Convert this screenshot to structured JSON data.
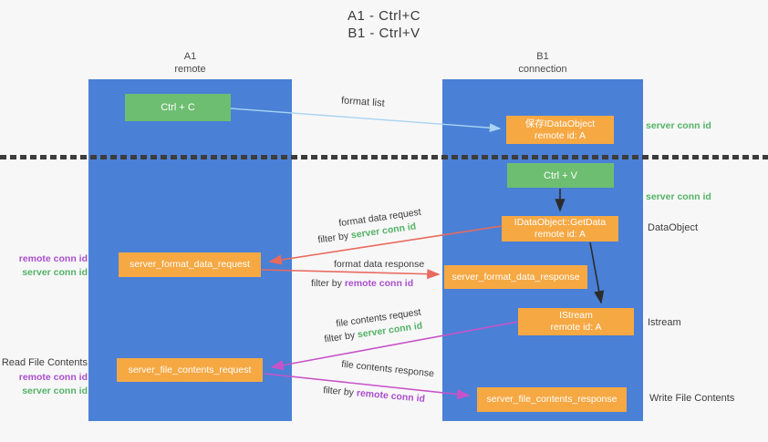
{
  "title": {
    "line1": "A1 - Ctrl+C",
    "line2": "B1 - Ctrl+V"
  },
  "lifelines": {
    "a1": {
      "name": "A1",
      "role": "remote"
    },
    "b1": {
      "name": "B1",
      "role": "connection"
    }
  },
  "nodes": {
    "ctrl_c": "Ctrl + C",
    "ctrl_v": "Ctrl + V",
    "save_idataobject": {
      "line1": "保存IDataObject",
      "line2": "remote id: A"
    },
    "getdata": {
      "line1": "IDataObject::GetData",
      "line2": "remote id: A"
    },
    "istream": {
      "line1": "IStream",
      "line2": "remote id: A"
    },
    "format_request": "server_format_data_request",
    "format_response": "server_format_data_response",
    "file_request": "server_file_contents_request",
    "file_response": "server_file_contents_response"
  },
  "flow_labels": {
    "format_list": "format list",
    "format_data_request": "format data request",
    "format_data_response": "format data response",
    "file_contents_request": "file contents request",
    "file_contents_response": "file contents response",
    "filter_by": "filter by",
    "server_conn_id": "server conn id",
    "remote_conn_id": "remote conn id"
  },
  "side_labels": {
    "server_conn_id_top": "server conn id",
    "server_conn_id_mid": "server conn id",
    "dataobject": "DataObject",
    "istream": "Istream",
    "write_file_contents": "Write File Contents",
    "read_file_contents": "Read File Contents",
    "remote_conn_id": "remote conn id",
    "server_conn_id": "server conn id"
  },
  "colors": {
    "lifeline_blue": "#4a80d6",
    "action_green": "#6ebe71",
    "message_orange": "#f6a843",
    "green_text": "#54b365",
    "purple_text": "#a94ecb",
    "request_red": "#e96a5e",
    "response_magenta": "#c853c8",
    "format_list_blue": "#a8d4f2",
    "black_arrow": "#2b2b2b",
    "background": "#f7f7f8",
    "text_dark": "#3c3c3c"
  }
}
